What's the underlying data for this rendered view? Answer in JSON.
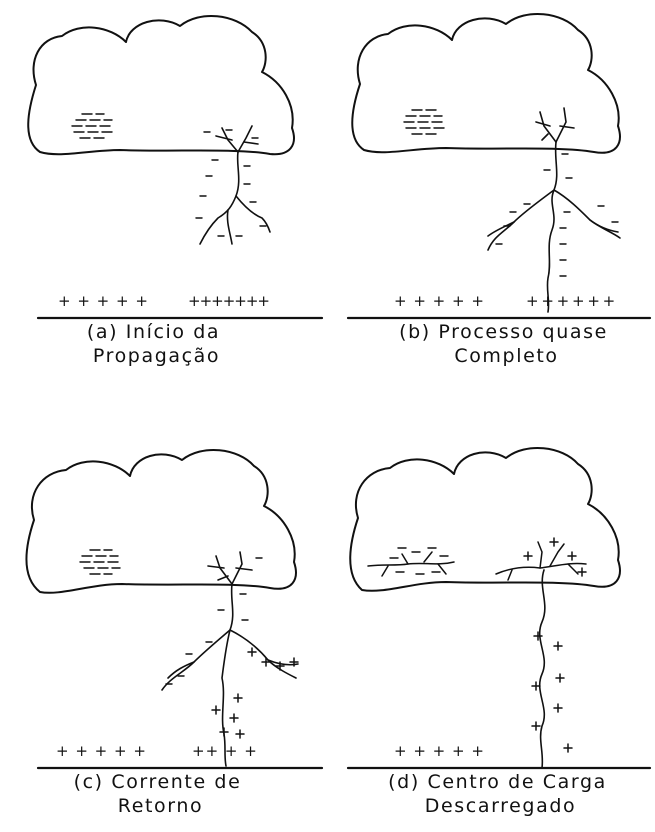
{
  "panels": [
    {
      "id": "a",
      "caption_line1": "(a) Início da",
      "caption_line2": "Propagação",
      "ground_charges_left": "+ + + + +",
      "ground_charges_right": "+++++++",
      "cloud_charge_sign": "-",
      "leader_charge_sign": "-"
    },
    {
      "id": "b",
      "caption_line1": "(b) Processo quase",
      "caption_line2": "Completo",
      "ground_charges_left": "+ + + + +",
      "ground_charges_right": "+ + + + + +",
      "cloud_charge_sign": "-",
      "leader_charge_sign": "-"
    },
    {
      "id": "c",
      "caption_line1": "(c) Corrente de",
      "caption_line2": "Retorno",
      "ground_charges_left": "+ + + + +",
      "ground_charges_right": "++ + +",
      "cloud_charge_sign": "-",
      "return_charge_sign": "+"
    },
    {
      "id": "d",
      "caption_line1": "(d) Centro de Carga",
      "caption_line2": "Descarregado",
      "ground_charges_left": "+ + + + +",
      "cloud_charge_sign": "-",
      "return_charge_sign": "+"
    }
  ],
  "colors": {
    "ink": "#111111",
    "paper": "#ffffff"
  }
}
